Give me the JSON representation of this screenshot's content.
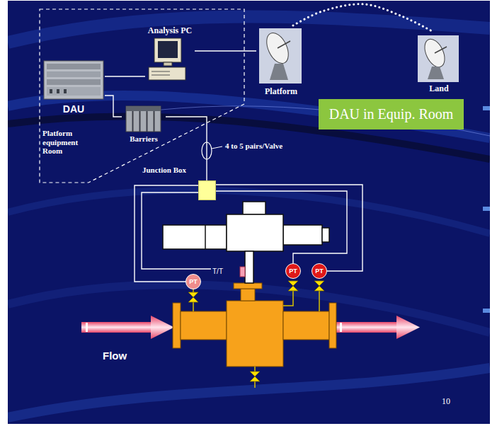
{
  "diagram": {
    "nodes": [
      {
        "text": [
          "Platform equipment Room"
        ]
      },
      {
        "text": [
          "Analysis PC"
        ],
        "in": 0
      },
      {
        "text": [
          "DAU"
        ],
        "in": 0
      },
      {
        "text": [
          "Barriers"
        ],
        "in": 0
      },
      {
        "text": [
          "Platform"
        ]
      },
      {
        "text": [
          "Land"
        ]
      },
      {
        "text": [
          "DAU in Equip. Room"
        ]
      },
      {
        "text": [
          "Junction Box"
        ]
      },
      {
        "text": [
          "T/T"
        ]
      },
      {
        "text": [
          "PT"
        ]
      },
      {
        "text": [
          "PT"
        ]
      },
      {
        "text": [
          "PT"
        ]
      }
    ],
    "edges": [
      {
        "from": 2,
        "to": 1,
        "arrow": "none"
      },
      {
        "from": 1,
        "to": 4,
        "arrow": "none"
      },
      {
        "from": 4,
        "to": 5,
        "arrow": "none"
      },
      {
        "from": 2,
        "to": 3,
        "arrow": "none"
      },
      {
        "from": 3,
        "to": 7,
        "label": "4 to 5 pairs/Valve",
        "arrow": "none"
      },
      {
        "from": 7,
        "to": 8,
        "arrow": "none"
      },
      {
        "from": 7,
        "to": 9,
        "arrow": "none"
      },
      {
        "from": 7,
        "to": 10,
        "arrow": "none"
      },
      {
        "from": 7,
        "to": 11,
        "arrow": "none"
      }
    ],
    "labels": [
      "Flow",
      "10"
    ]
  }
}
